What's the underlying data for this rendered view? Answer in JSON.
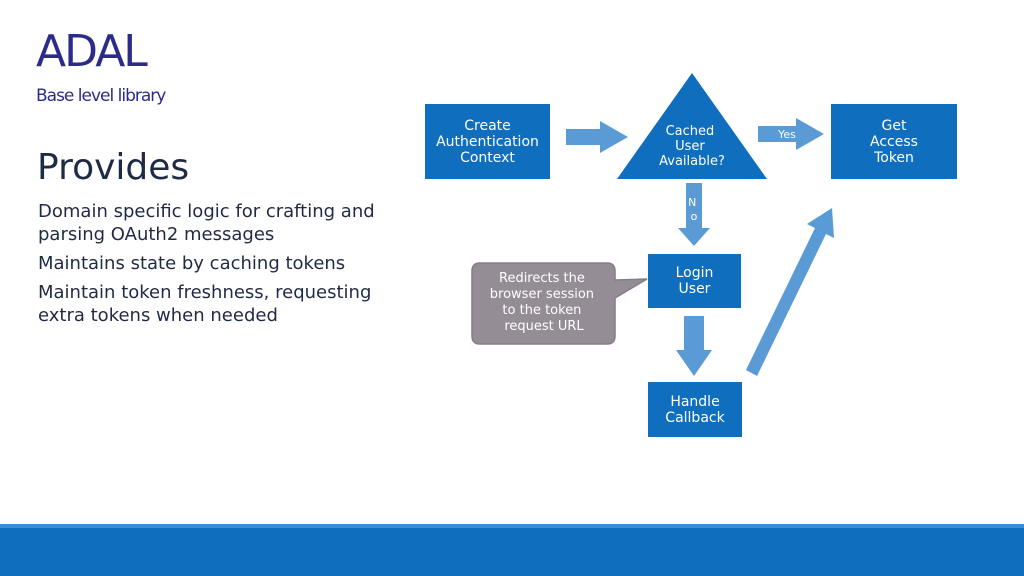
{
  "header": {
    "title": "ADAL",
    "subtitle": "Base level library"
  },
  "content": {
    "heading": "Provides",
    "bullets": [
      "Domain specific logic for crafting and parsing OAuth2 messages",
      "Maintains state by caching tokens",
      "Maintain token freshness, requesting extra tokens when needed"
    ]
  },
  "diagram": {
    "nodes": {
      "create_context": "Create\nAuthentication\nContext",
      "cached_user": [
        "Cached",
        "User",
        "Available?"
      ],
      "get_token": "Get\nAccess\nToken",
      "login_user": "Login\nUser",
      "handle_callback": "Handle\nCallback",
      "callout": [
        "Redirects the",
        "browser session",
        "to the token",
        "request URL"
      ]
    },
    "edges": {
      "yes_label": "Yes",
      "no_label": [
        "N",
        "o"
      ]
    },
    "colors": {
      "box": "#0f6fbe",
      "arrow": "#5b9bd5",
      "callout": "#958d96"
    }
  }
}
